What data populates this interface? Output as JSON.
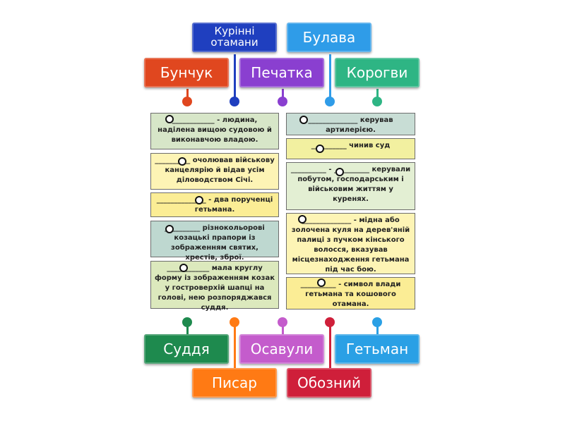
{
  "labels": {
    "top": [
      {
        "text": "Курінні отамани",
        "color": "#1f3fbf"
      },
      {
        "text": "Булава",
        "color": "#2f9ce8"
      },
      {
        "text": "Бунчук",
        "color": "#e0471f"
      },
      {
        "text": "Печатка",
        "color": "#8a3fd0"
      },
      {
        "text": "Корогви",
        "color": "#2eb584"
      }
    ],
    "bottom": [
      {
        "text": "Суддя",
        "color": "#1e8a4e"
      },
      {
        "text": "Осавули",
        "color": "#c45ccc"
      },
      {
        "text": "Гетьман",
        "color": "#2aa0e5"
      },
      {
        "text": "Писар",
        "color": "#ff7a14"
      },
      {
        "text": "Обозний",
        "color": "#cf1f3a"
      }
    ]
  },
  "cards": {
    "left": [
      {
        "text": "____________ - людина, наділена вищою судовою й виконавчою владою.",
        "bg": "#d7e6c8"
      },
      {
        "text": "__________ очолював військову канцелярію й відав усім діловодством Січі.",
        "bg": "#fdf4b5"
      },
      {
        "text": "______________ - два порученці гетьмана.",
        "bg": "#fbed95"
      },
      {
        "text": "__________ різнокольорові козацькі прапори із зображенням святих, хрестів, зброї.",
        "bg": "#bed8d0"
      },
      {
        "text": "____________ мала круглу форму із зображенням козак у гостроверхій шапці на голові, нею розпоряджався суддя.",
        "bg": "#dce9bd"
      }
    ],
    "right": [
      {
        "text": "______________ керував артилерією.",
        "bg": "#c8ddd5"
      },
      {
        "text": "__________ чинив суд",
        "bg": "#f2f0a0"
      },
      {
        "text": "__________ - __________ керували побутом, господарським і військовим життям у куренях.",
        "bg": "#e3efd3"
      },
      {
        "text": "______________ - мідна або золочена куля на дерев'яній палиці з пучком кінського волосся, вказував місцезнаходження гетьмана під час бою.",
        "bg": "#fdf4b5"
      },
      {
        "text": "__________ - символ влади гетьмана та кошового отамана.",
        "bg": "#fbed95"
      }
    ]
  }
}
